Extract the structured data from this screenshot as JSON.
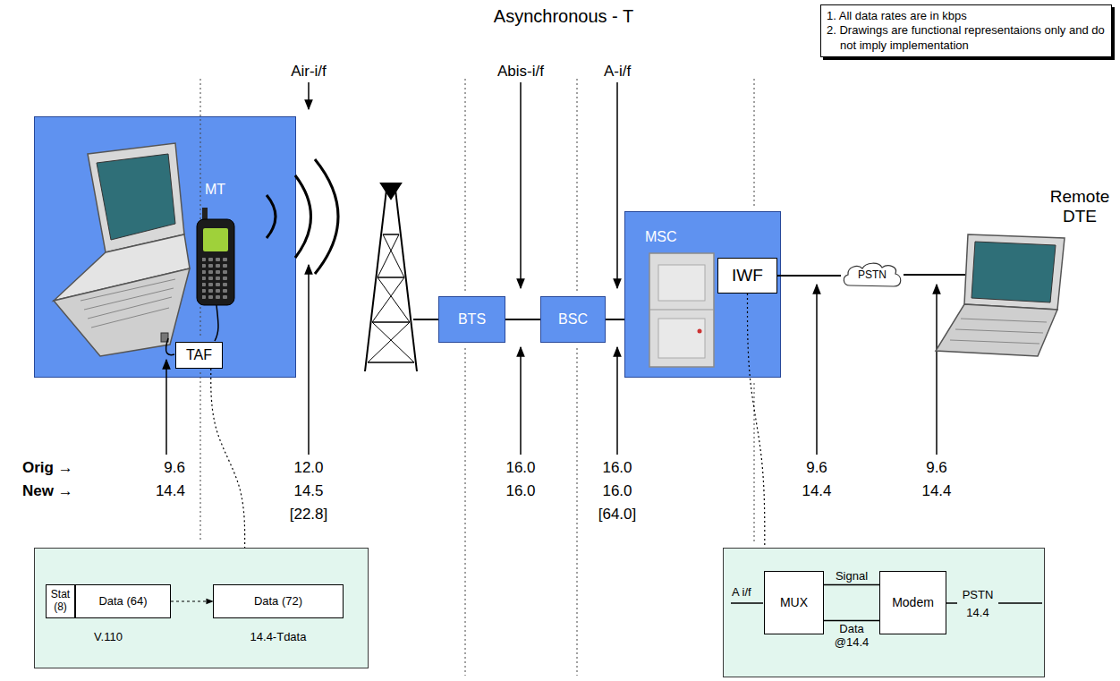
{
  "diagram": {
    "title": "Asynchronous - T",
    "nodes": [
      {
        "text": [
          "1. All data rates are in kbps",
          "2. Drawings are functional representaions only and do not imply implementation"
        ]
      },
      {
        "text": [
          "MT"
        ]
      },
      {
        "text": [
          "TAF"
        ],
        "in": 1
      },
      {
        "text": [
          "BTS"
        ]
      },
      {
        "text": [
          "BSC"
        ]
      },
      {
        "text": [
          "MSC"
        ]
      },
      {
        "text": [
          "IWF"
        ],
        "in": 5
      },
      {
        "text": [
          "PSTN"
        ]
      },
      {
        "text": [
          "V.110",
          "14.4-Tdata"
        ]
      },
      {
        "text": [
          "Stat (8)"
        ],
        "in": 8
      },
      {
        "text": [
          "Data (64)"
        ],
        "in": 8
      },
      {
        "text": [
          "Data (72)"
        ],
        "in": 8
      },
      {
        "text": [
          "A i/f",
          "PSTN 14.4"
        ]
      },
      {
        "text": [
          "MUX"
        ],
        "in": 12
      },
      {
        "text": [
          "Modem"
        ],
        "in": 12
      }
    ],
    "edges": [
      {
        "from": 3,
        "to": 4,
        "arrow": "none"
      },
      {
        "from": 4,
        "to": 5,
        "arrow": "none"
      },
      {
        "from": 6,
        "to": 7,
        "arrow": "none"
      },
      {
        "from": 10,
        "to": 11,
        "arrow": "to"
      },
      {
        "from": 13,
        "to": 14,
        "label": "Signal",
        "arrow": "none"
      },
      {
        "from": 13,
        "to": 14,
        "label": "Data @14.4",
        "arrow": "none"
      },
      {
        "from": 2,
        "to": 8,
        "arrow": "none"
      },
      {
        "from": 6,
        "to": 12,
        "arrow": "none"
      }
    ],
    "labels": [
      "Air-i/f",
      "Abis-i/f",
      "A-i/f",
      "Remote DTE",
      "Orig →",
      "New →",
      "9.6",
      "14.4",
      "12.0",
      "14.5",
      "[22.8]",
      "16.0",
      "16.0",
      "16.0",
      "16.0",
      "[64.0]",
      "9.6",
      "14.4",
      "9.6",
      "14.4"
    ]
  }
}
